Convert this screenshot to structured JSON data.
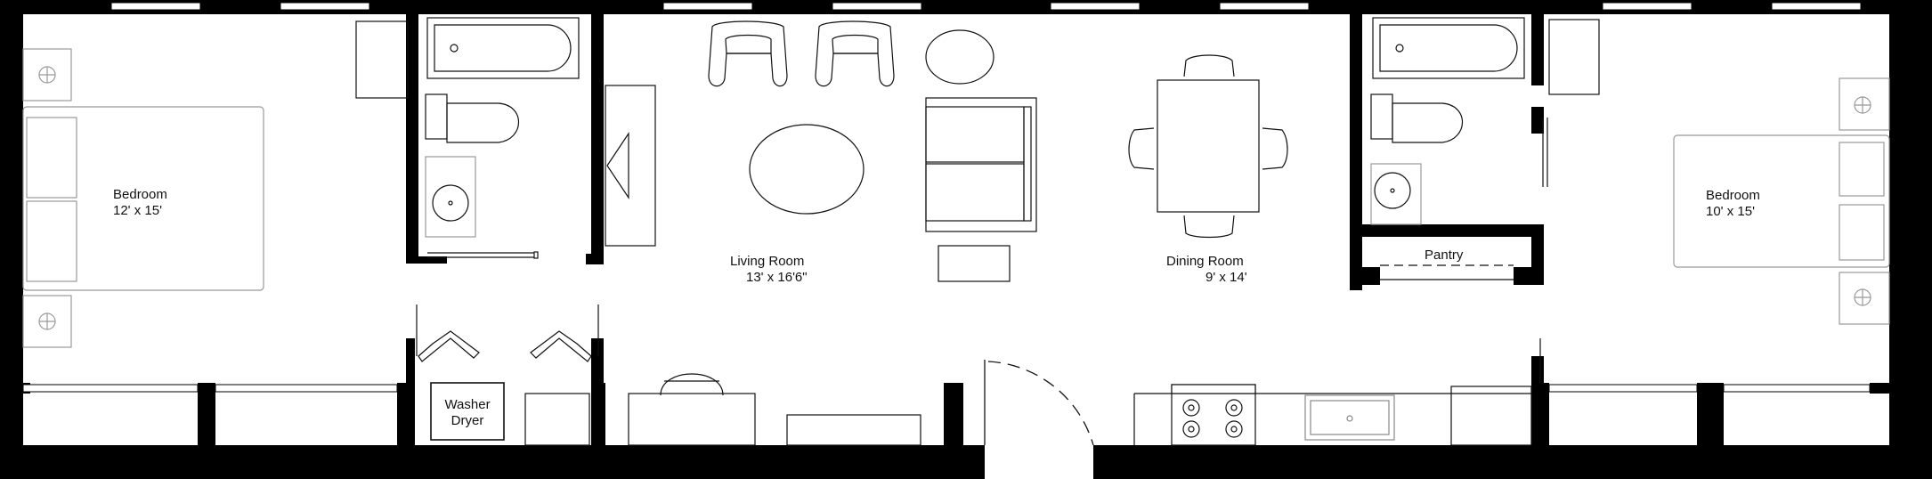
{
  "rooms": {
    "bedroom_left": {
      "name": "Bedroom",
      "size": "12' x 15'"
    },
    "living": {
      "name": "Living Room",
      "size": "13' x 16'6\""
    },
    "dining": {
      "name": "Dining Room",
      "size": "9' x 14'"
    },
    "bedroom_right": {
      "name": "Bedroom",
      "size": "10' x 15'"
    },
    "pantry": {
      "name": "Pantry"
    }
  },
  "appliances": {
    "washer_dryer": {
      "line1": "Washer",
      "line2": "Dryer"
    }
  },
  "colors": {
    "wall": "#000000",
    "line": "#222222",
    "furniture_light": "#bbbbbb"
  }
}
